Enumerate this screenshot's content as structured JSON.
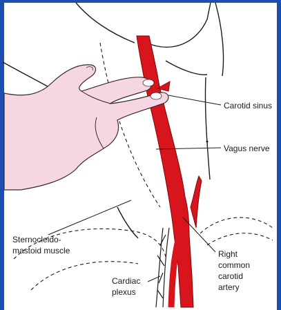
{
  "labels": {
    "carotid_sinus": "Carotid sinus",
    "vagus_nerve": "Vagus nerve",
    "scm_line1": "Sternocleido-",
    "scm_line2": "mastoid muscle",
    "rcca_line1": "Right",
    "rcca_line2": "common",
    "rcca_line3": "carotid",
    "rcca_line4": "artery",
    "cardiac_line1": "Cardiac",
    "cardiac_line2": "plexus"
  },
  "colors": {
    "artery": "#d8141c",
    "artery_edge": "#7a0a0a",
    "skin": "#f6d6e2",
    "skin_edge": "#3a2a2e",
    "frame": "#1d4fb3",
    "line": "#1a1a1a"
  },
  "icons": {
    "hand": "palpating-hand-icon"
  }
}
